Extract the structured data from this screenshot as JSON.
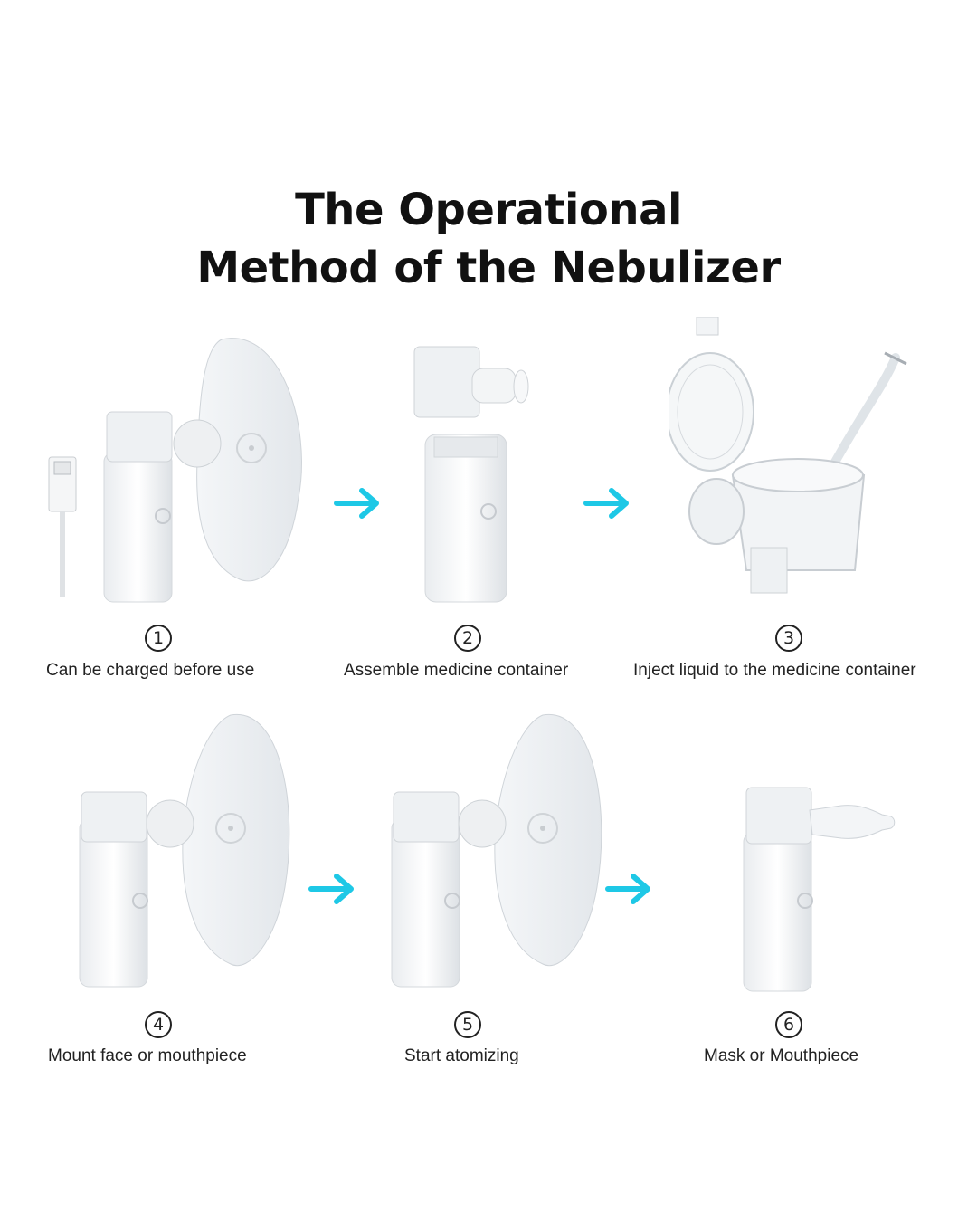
{
  "title": {
    "line1": "The Operational",
    "line2": "Method of the Nebulizer"
  },
  "accent_color": "#1ec8e6",
  "steps": [
    {
      "number": "1",
      "caption": "Can be charged before use",
      "image": "nebulizer-with-mask-and-usb-cable"
    },
    {
      "number": "2",
      "caption": "Assemble medicine container",
      "image": "medicine-container-above-base"
    },
    {
      "number": "3",
      "caption": "Inject liquid to the medicine container",
      "image": "open-medicine-container-with-liquid"
    },
    {
      "number": "4",
      "caption": "Mount face or mouthpiece",
      "image": "nebulizer-with-mask"
    },
    {
      "number": "5",
      "caption": "Start atomizing",
      "image": "nebulizer-with-mask"
    },
    {
      "number": "6",
      "caption": "Mask or Mouthpiece",
      "image": "nebulizer-with-mouthpiece"
    }
  ],
  "arrows": [
    "arrow-right-icon",
    "arrow-right-icon",
    "arrow-right-icon",
    "arrow-right-icon"
  ]
}
